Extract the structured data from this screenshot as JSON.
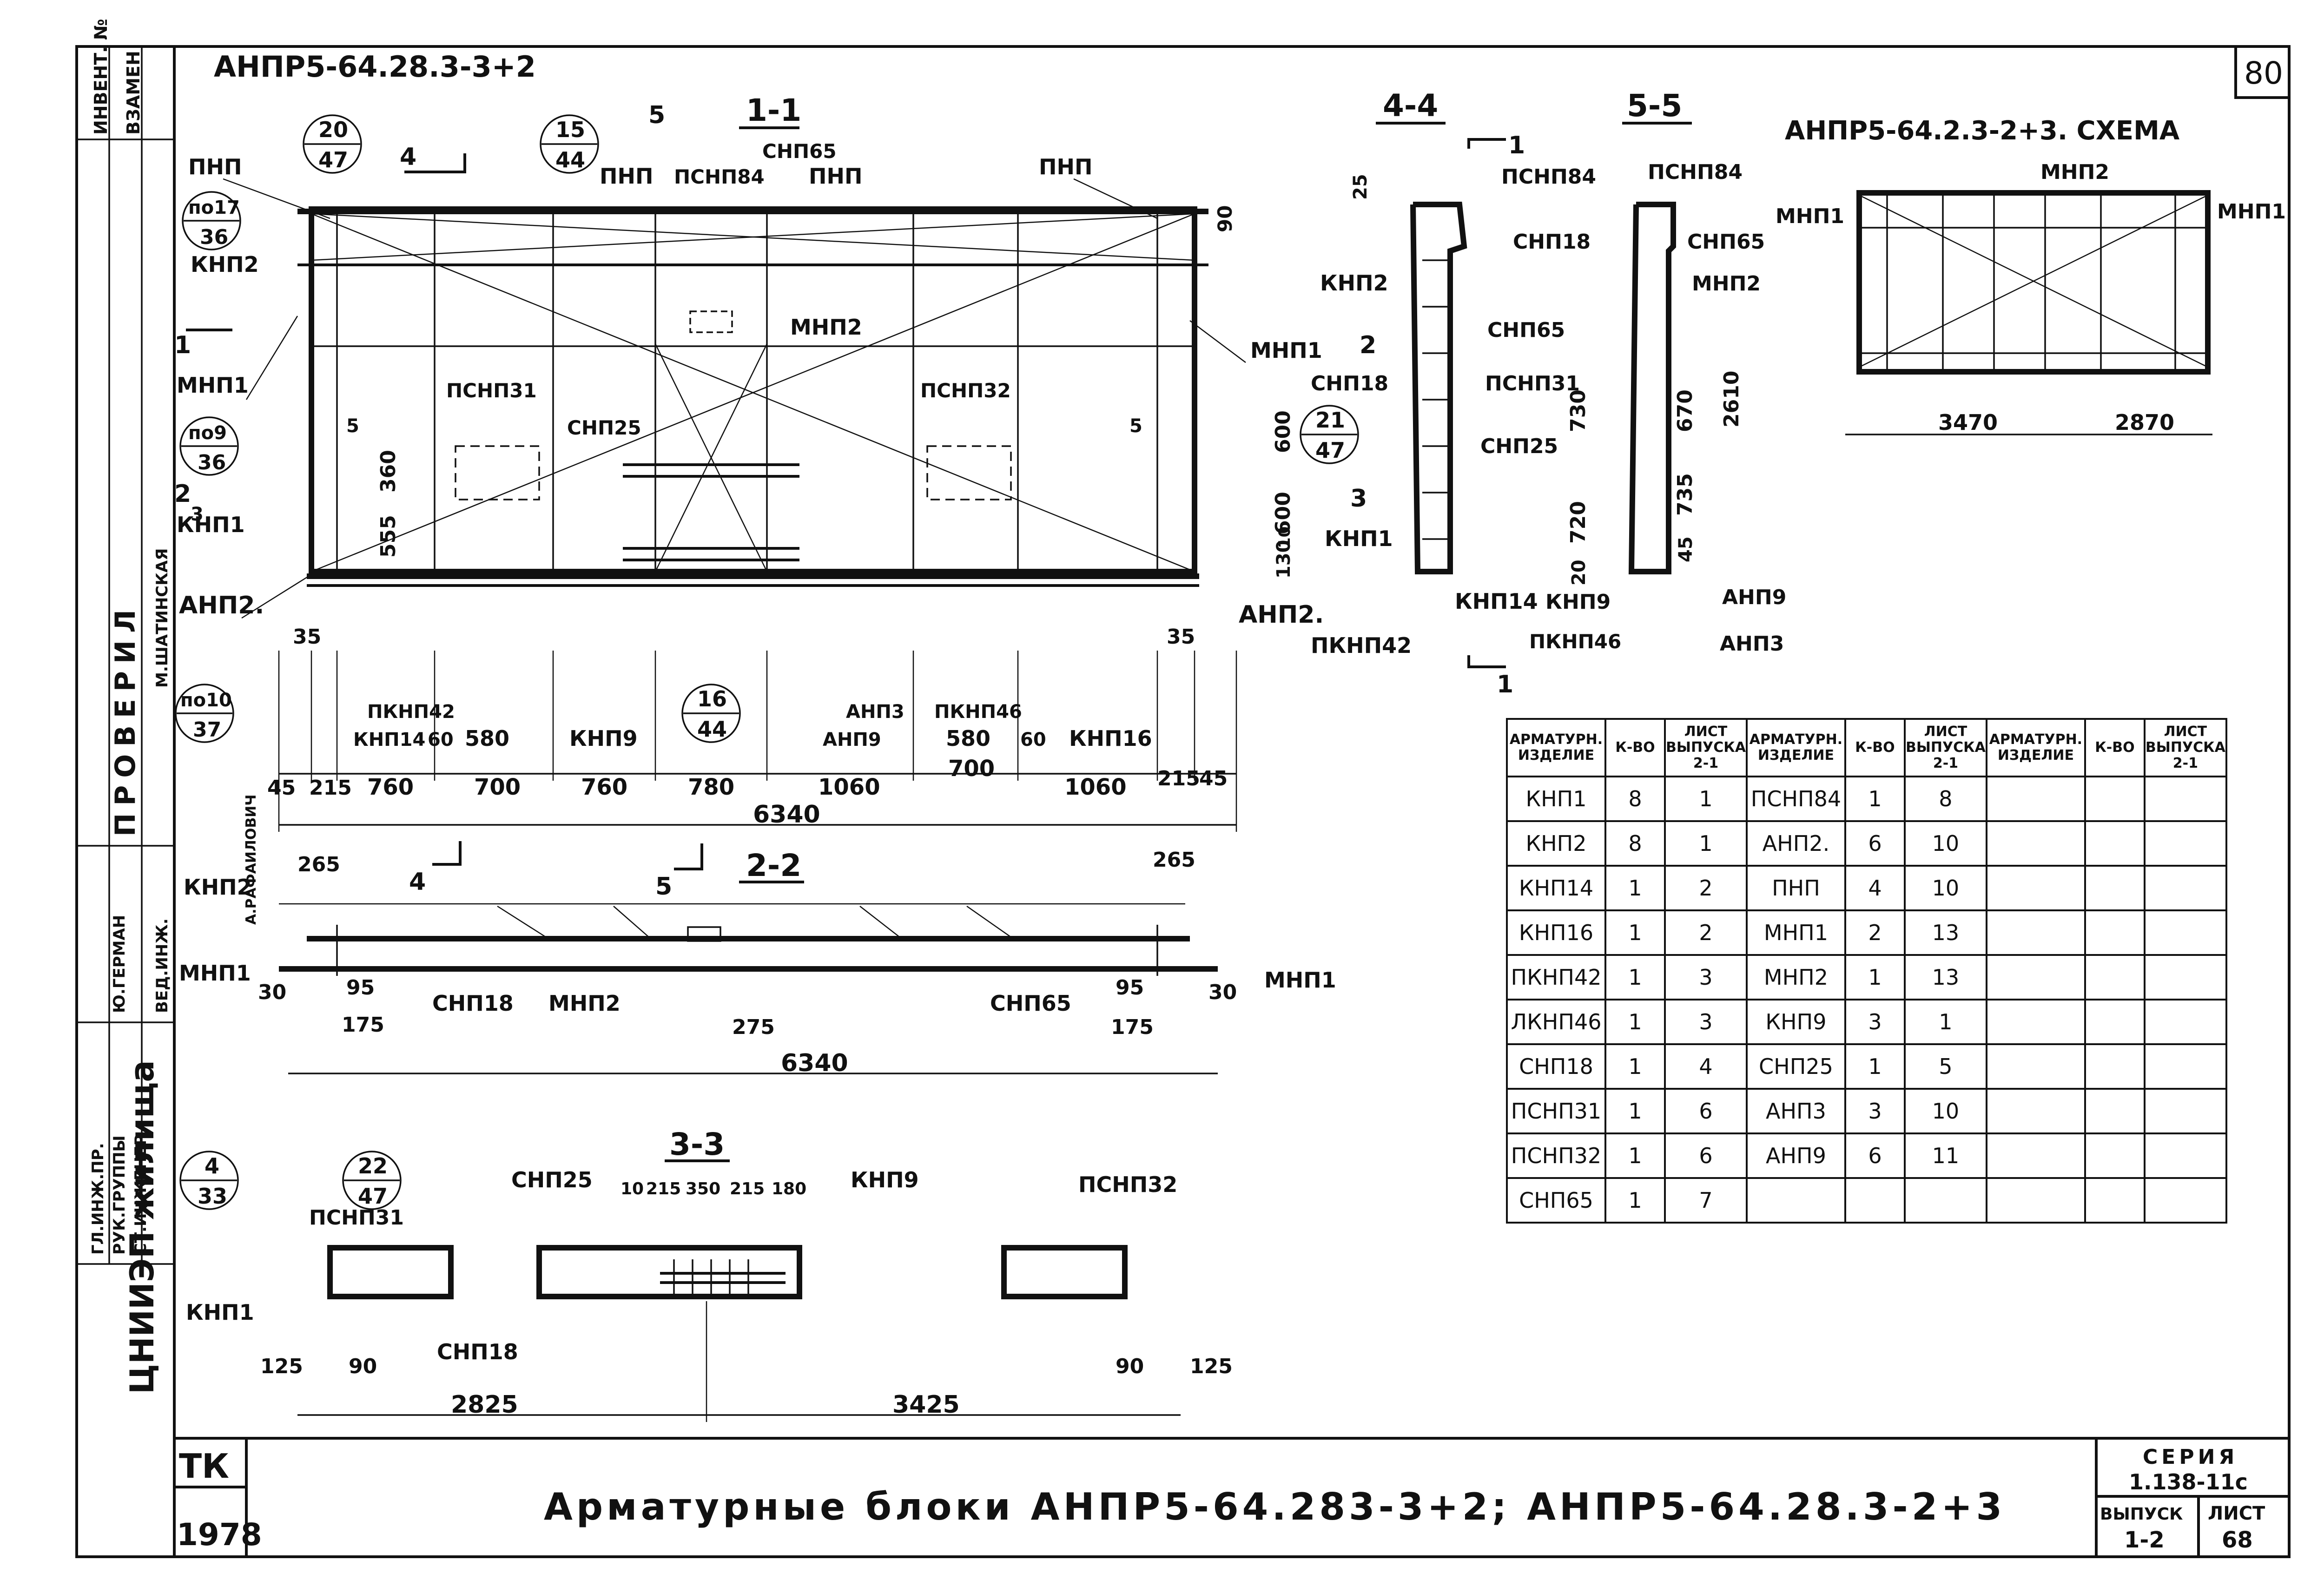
{
  "sheet": {
    "code_top": "АНПР5-64.28.3-3+2",
    "scheme_title": "АНПР5-64.2.3-2+3. СХЕМА",
    "page_num": "80",
    "main_title": "Арматурные блоки АНПР5-64.283-3+2; АНПР5-64.28.3-2+3",
    "tk": "ТК",
    "year": "1978",
    "org": "ЦНИИЭП жилища",
    "series_label": "СЕРИЯ",
    "series": "1.138-11с",
    "issue_label": "ВЫПУСК",
    "issue": "1-2",
    "sheet_label": "ЛИСТ",
    "sheet_no": "68",
    "check_label": "ПРОВЕРИЛ"
  },
  "left_strip": {
    "cells": [
      "ИНВЕНТ. №",
      "ВЗАМЕН"
    ],
    "roles": [
      "ГЛ.ИНЖ.ПР.",
      "РУК.ГРУППЫ",
      "СТ.ИНЖЕНЕР",
      "ВЕД.ИНЖ."
    ],
    "names": [
      "Ю.ГЕРМАН",
      "А.РАФАИЛОВИЧ",
      "М.ШАТИНСКАЯ"
    ]
  },
  "sections": {
    "s11": "1-1",
    "s22": "2-2",
    "s33": "3-3",
    "s44": "4-4",
    "s55": "5-5"
  },
  "view11": {
    "labels": [
      "ПНП",
      "ПНП",
      "ПНП",
      "ПНП",
      "ПСНП84",
      "СНП65",
      "КНП2",
      "МНП1",
      "МНП1",
      "МНП2",
      "ПСНП31",
      "ПСНП32",
      "СНП25",
      "КНП1",
      "АНП2.",
      "ПКНП42",
      "КНП14",
      "КНП9",
      "АНП3",
      "АНП9",
      "ПКНП46",
      "КНП16"
    ],
    "dims_bottom": [
      "45",
      "215",
      "760",
      "700",
      "760",
      "780",
      "1060",
      "700",
      "1060",
      "215",
      "45"
    ],
    "dims_small": [
      "60",
      "580",
      "580",
      "60",
      "35",
      "35",
      "5",
      "5",
      "90",
      "360",
      "555"
    ],
    "overall": "6340"
  },
  "view22": {
    "labels": [
      "КНП2",
      "МНП1",
      "МНП1",
      "СНП18",
      "МНП2",
      "СНП65"
    ],
    "dims": [
      "265",
      "265",
      "30",
      "30",
      "95",
      "95",
      "175",
      "175",
      "275"
    ],
    "overall": "6340"
  },
  "view33": {
    "labels": [
      "ПСНП31",
      "СНП25",
      "КНП9",
      "ПСНП32",
      "КНП1",
      "СНП18"
    ],
    "dims_top": [
      "10",
      "215",
      "350",
      "215",
      "180"
    ],
    "dims": [
      "125",
      "90",
      "90",
      "125"
    ],
    "overall_left": "2825",
    "overall_right": "3425"
  },
  "view44": {
    "labels": [
      "ПСНП84",
      "КНП2",
      "СНП65",
      "СНП18",
      "ПСНП31",
      "КНП1",
      "КНП14",
      "ПКНП42",
      "АНП2."
    ],
    "dims": [
      "25",
      "600",
      "600",
      "130",
      "10"
    ]
  },
  "view55": {
    "labels": [
      "ПСНП84",
      "СНП18",
      "СНП65",
      "МНП2",
      "СНП25",
      "КНП9",
      "ПКНП46",
      "АНП9",
      "АНП3"
    ],
    "dims": [
      "730",
      "720",
      "20",
      "670",
      "735",
      "45",
      "2610"
    ]
  },
  "scheme": {
    "labels": [
      "МНП1",
      "МНП2",
      "МНП1"
    ],
    "dims": [
      "3470",
      "2870"
    ]
  },
  "callouts": [
    {
      "top": "20",
      "bottom": "47"
    },
    {
      "top": "15",
      "bottom": "44"
    },
    {
      "top": "по17",
      "bottom": "36"
    },
    {
      "top": "по9",
      "bottom": "36"
    },
    {
      "top": "по10",
      "bottom": "37"
    },
    {
      "top": "16",
      "bottom": "44"
    },
    {
      "top": "21",
      "bottom": "47"
    },
    {
      "top": "4",
      "bottom": "33"
    },
    {
      "top": "22",
      "bottom": "47"
    }
  ],
  "cut_marks": [
    "4",
    "5",
    "1",
    "2",
    "3",
    "4",
    "5",
    "1",
    "2",
    "3",
    "1"
  ],
  "table": {
    "headers": [
      "АРМАТУРН. ИЗДЕЛИЕ",
      "К-ВО",
      "ЛИСТ ВЫПУСКА 2-1",
      "АРМАТУРН. ИЗДЕЛИЕ",
      "К-ВО",
      "ЛИСТ ВЫПУСКА 2-1",
      "АРМАТУРН. ИЗДЕЛИЕ",
      "К-ВО",
      "ЛИСТ ВЫПУСКА 2-1"
    ],
    "rows": [
      [
        "КНП1",
        "8",
        "1",
        "ПСНП84",
        "1",
        "8",
        "",
        "",
        ""
      ],
      [
        "КНП2",
        "8",
        "1",
        "АНП2.",
        "6",
        "10",
        "",
        "",
        ""
      ],
      [
        "КНП14",
        "1",
        "2",
        "ПНП",
        "4",
        "10",
        "",
        "",
        ""
      ],
      [
        "КНП16",
        "1",
        "2",
        "МНП1",
        "2",
        "13",
        "",
        "",
        ""
      ],
      [
        "ПКНП42",
        "1",
        "3",
        "МНП2",
        "1",
        "13",
        "",
        "",
        ""
      ],
      [
        "ЛКНП46",
        "1",
        "3",
        "КНП9",
        "3",
        "1",
        "",
        "",
        ""
      ],
      [
        "СНП18",
        "1",
        "4",
        "СНП25",
        "1",
        "5",
        "",
        "",
        ""
      ],
      [
        "ПСНП31",
        "1",
        "6",
        "АНП3",
        "3",
        "10",
        "",
        "",
        ""
      ],
      [
        "ПСНП32",
        "1",
        "6",
        "АНП9",
        "6",
        "11",
        "",
        "",
        ""
      ],
      [
        "СНП65",
        "1",
        "7",
        "",
        "",
        "",
        "",
        "",
        ""
      ]
    ]
  }
}
